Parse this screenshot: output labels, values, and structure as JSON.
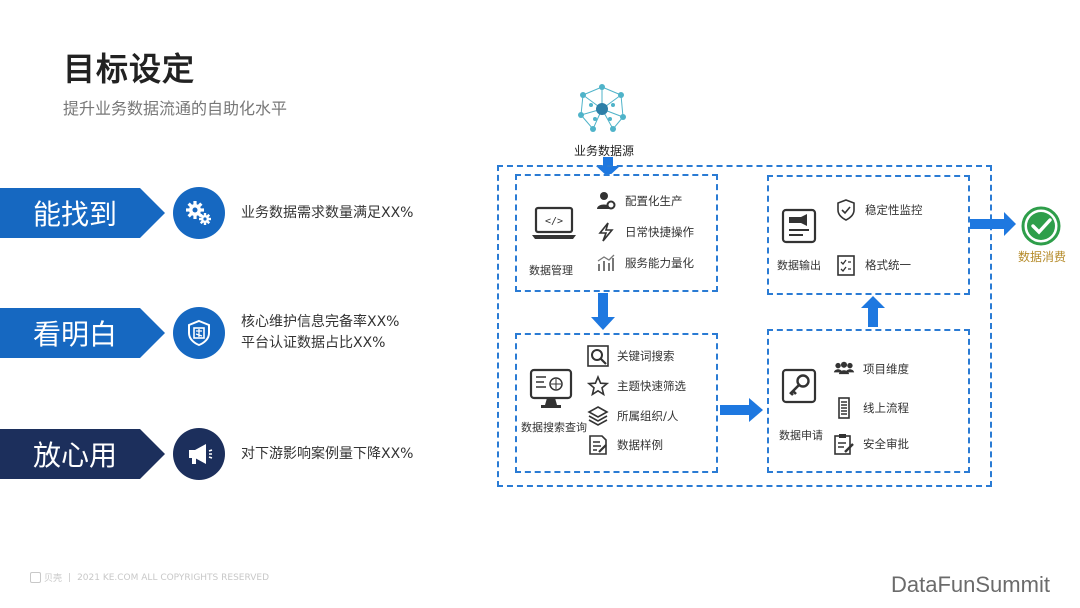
{
  "title": "目标设定",
  "subtitle": "提升业务数据流通的自助化水平",
  "goals": [
    {
      "tag": "能找到",
      "icon": "gears-icon",
      "line1": "业务数据需求数量满足XX%",
      "line2": ""
    },
    {
      "tag": "看明白",
      "icon": "shield-badge-icon",
      "line1": "核心维护信息完备率XX%",
      "line2": "平台认证数据占比XX%"
    },
    {
      "tag": "放心用",
      "icon": "megaphone-icon",
      "line1": "对下游影响案例量下降XX%",
      "line2": ""
    }
  ],
  "diagram": {
    "source_label": "业务数据源",
    "consume_label": "数据消费",
    "manage": {
      "label": "数据管理",
      "items": [
        "配置化生产",
        "日常快捷操作",
        "服务能力量化"
      ]
    },
    "search": {
      "label": "数据搜索查询",
      "items": [
        "关键词搜索",
        "主题快速筛选",
        "所属组织/人",
        "数据样例"
      ]
    },
    "output": {
      "label": "数据输出",
      "items": [
        "稳定性监控",
        "格式统一"
      ]
    },
    "apply": {
      "label": "数据申请",
      "items": [
        "项目维度",
        "线上流程",
        "安全审批"
      ]
    }
  },
  "footer": {
    "brand": "贝壳",
    "copyright": "2021 KE.COM ALL COPYRIGHTS RESERVED",
    "summit": "DataFunSummit"
  },
  "colors": {
    "primary_blue": "#1668c1",
    "dark_navy": "#1c2f5c",
    "arrow_blue": "#1e78e0",
    "consume_green": "#2e9e4a"
  }
}
